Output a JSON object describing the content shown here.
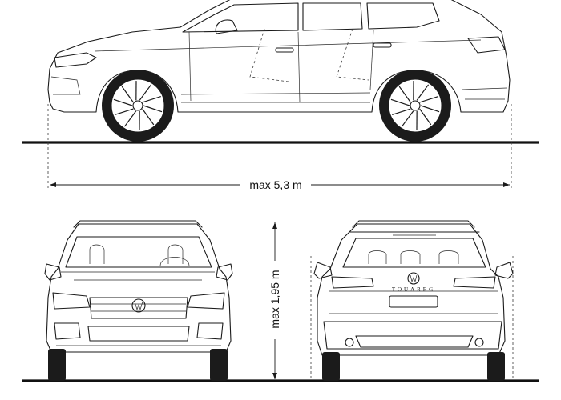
{
  "dimensions": {
    "length_label": "max 5,3 m",
    "height_label": "max 1,95 m"
  },
  "rear_view": {
    "badge_text": "TOUAREG"
  },
  "colors": {
    "line": "#1a1a1a",
    "background": "#ffffff"
  }
}
